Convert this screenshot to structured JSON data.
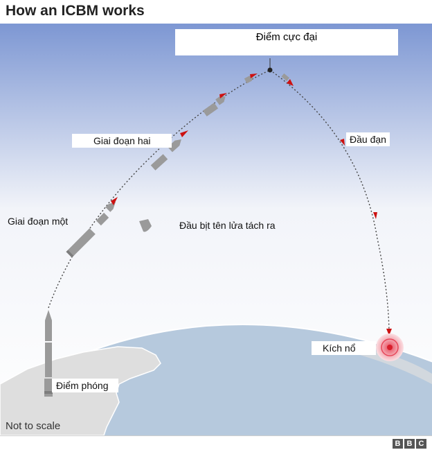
{
  "title": "How an ICBM works",
  "labels": {
    "apogee": "Điểm cực đại",
    "stage_two": "Giai đoạn hai",
    "warhead": "Đầu đạn",
    "stage_one": "Giai đoạn một",
    "nose_separation": "Đầu bịt tên lửa tách ra",
    "detonation": "Kích nổ",
    "launch_point": "Điểm phóng"
  },
  "scale_note": "Not to scale",
  "logo": {
    "letters": [
      "B",
      "B",
      "C"
    ]
  },
  "colors": {
    "sky_top": "#7d97d3",
    "ocean": "#b6c9dd",
    "land": "#dedede",
    "rocket": "#9a9a9a",
    "arrow": "#cc1111",
    "blast": "#e8475a"
  }
}
